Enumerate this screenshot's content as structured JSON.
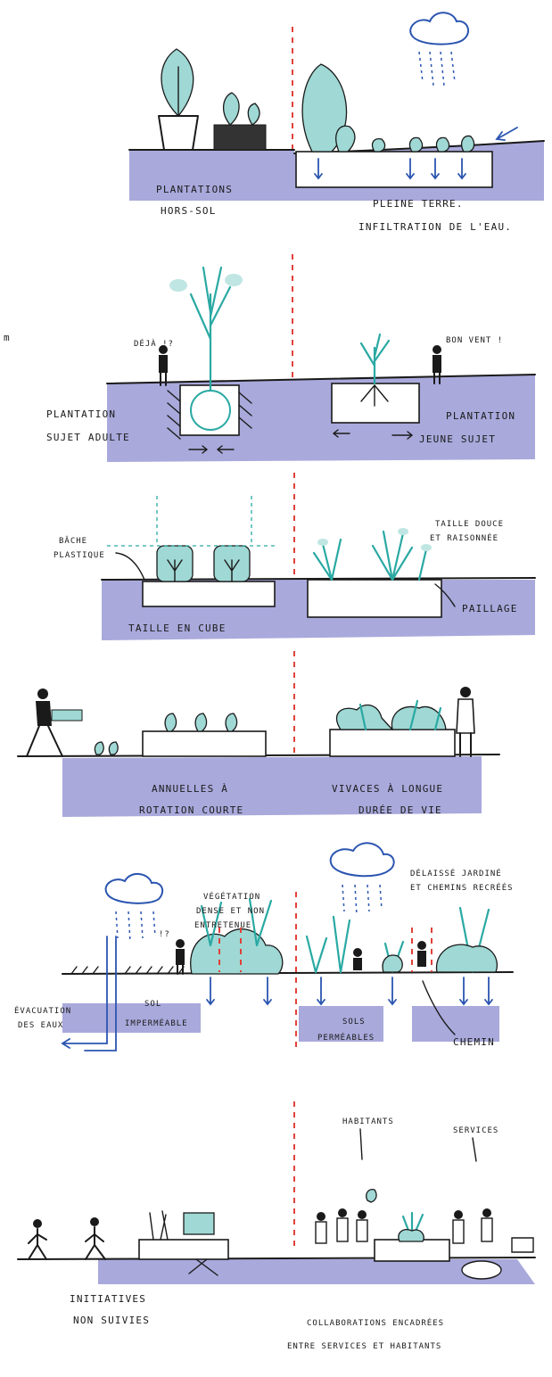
{
  "panels": [
    {
      "left_label": [
        "PLANTATIONS",
        "HORS-SOL"
      ],
      "right_label": [
        "PLEINE TERRE.",
        "INFILTRATION DE L'EAU."
      ]
    },
    {
      "left_label": [
        "PLANTATION",
        "SUJET ADULTE"
      ],
      "right_label": [
        "PLANTATION",
        "JEUNE SUJET"
      ],
      "left_speech": "DÉJÀ !?",
      "right_speech": "BON VENT !",
      "stray_letter": "m"
    },
    {
      "left_label": [
        "TAILLE EN CUBE"
      ],
      "right_label": [
        "TAILLE DOUCE",
        "ET RAISONNÉE"
      ],
      "annotation_left": [
        "BÂCHE",
        "PLASTIQUE"
      ],
      "annotation_right": "PAILLAGE"
    },
    {
      "left_label": [
        "ANNUELLES À",
        "ROTATION COURTE"
      ],
      "right_label": [
        "VIVACES À LONGUE",
        "DURÉE DE VIE"
      ]
    },
    {
      "left_label": [
        "VÉGÉTATION",
        "DENSE ET NON",
        "ENTRETENUE"
      ],
      "right_label": [
        "DÉLAISSÉ JARDINÉ",
        "ET CHEMINS RECRÉÉS"
      ],
      "left_speech": "!?",
      "annotation_drain": [
        "ÉVACUATION",
        "DES EAUX"
      ],
      "annotation_soil_left": [
        "SOL",
        "IMPERMÉABLE"
      ],
      "annotation_soil_mid": [
        "SOLS",
        "PERMÉABLES"
      ],
      "annotation_path": "CHEMIN"
    },
    {
      "left_label": [
        "INITIATIVES",
        "NON SUIVIES"
      ],
      "right_label": [
        "COLLABORATIONS ENCADRÉES",
        "ENTRE SERVICES ET HABITANTS"
      ],
      "annotation_inhabitants": "HABITANTS",
      "annotation_services": "SERVICES"
    }
  ],
  "colors": {
    "ground": "#a9a9dc",
    "plant": "#9fd8d4",
    "stem": "#2aa9a3",
    "water": "#2b55b0",
    "divider": "#e0413a"
  }
}
